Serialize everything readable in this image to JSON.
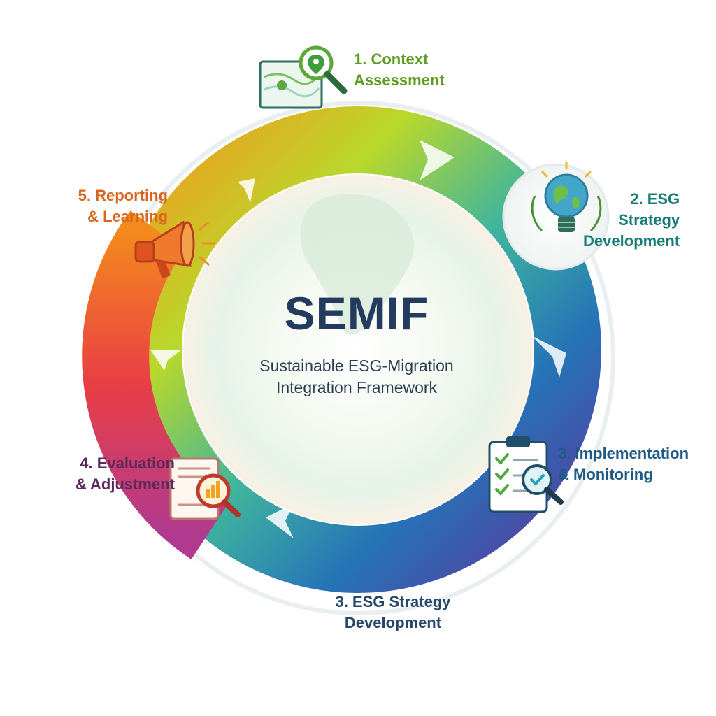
{
  "center": {
    "title": "SEMIF",
    "subtitle_line1": "Sustainable ESG-Migration",
    "subtitle_line2": "Integration Framework"
  },
  "steps": [
    {
      "line1": "1. Context",
      "line2": "Assessment",
      "color": "#5f9d22",
      "icon": "map-magnifier-icon"
    },
    {
      "line1": "2. ESG",
      "line2": "Strategy",
      "line3": "Development",
      "color": "#177d76",
      "icon": "globe-lightbulb-icon"
    },
    {
      "line1": "3. Implementation",
      "line2": "& Monitoring",
      "color": "#1f5a86",
      "icon": "checklist-magnifier-icon"
    },
    {
      "line1": "4. Evaluation",
      "line2": "& Adjustment",
      "color": "#5b2a5c",
      "icon": "report-chart-icon"
    },
    {
      "line1": "5. Reporting",
      "line2": "& Learning",
      "color": "#d7651c",
      "icon": "megaphone-icon"
    }
  ],
  "bottom_label": {
    "line1": "3. ESG Strategy",
    "line2": "Development",
    "color": "#26466b"
  }
}
